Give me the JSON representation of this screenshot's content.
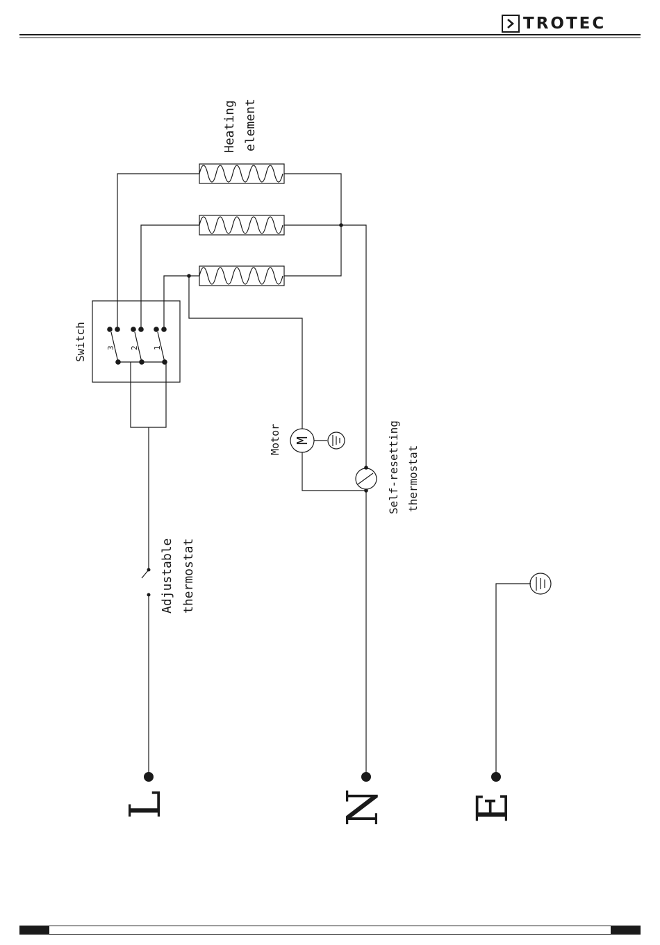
{
  "brand": {
    "name": "TROTEC"
  },
  "diagram": {
    "labels": {
      "heating_line1": "Heating",
      "heating_line2": "element",
      "switch": "Switch",
      "switch_pos_3": "3",
      "switch_pos_2": "2",
      "switch_pos_1": "1",
      "motor": "Motor",
      "motor_symbol": "M",
      "self_reset_line1": "Self-resetting",
      "self_reset_line2": "thermostat",
      "adjustable_line1": "Adjustable",
      "adjustable_line2": "thermostat",
      "terminal_L": "L",
      "terminal_N": "N",
      "terminal_E": "E"
    }
  }
}
